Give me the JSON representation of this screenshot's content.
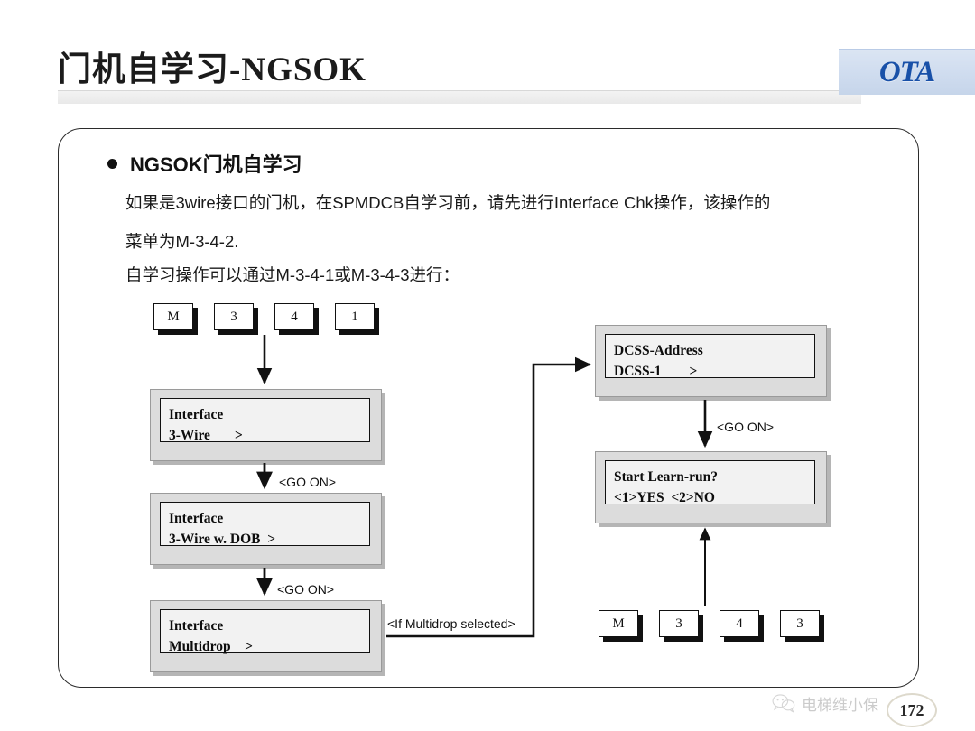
{
  "header": {
    "title": "门机自学习-NGSOK",
    "logo_text": "OTA",
    "logo_bg": "#cfdcef",
    "logo_color": "#1850a8"
  },
  "content": {
    "bullet_heading": "NGSOK门机自学习",
    "paragraph_1": "如果是3wire接口的门机，在SPMDCB自学习前，请先进行Interface Chk操作，该操作的",
    "paragraph_2": "菜单为M-3-4-2.",
    "paragraph_3": "自学习操作可以通过M-3-4-1或M-3-4-3进行："
  },
  "diagram": {
    "keys_top": [
      {
        "label": "M"
      },
      {
        "label": "3"
      },
      {
        "label": "4"
      },
      {
        "label": "1"
      }
    ],
    "keys_bottom": [
      {
        "label": "M"
      },
      {
        "label": "3"
      },
      {
        "label": "4"
      },
      {
        "label": "3"
      }
    ],
    "displays": [
      {
        "id": "interface-3wire",
        "line1": "Interface",
        "line2": "3-Wire       >"
      },
      {
        "id": "interface-3wire-dob",
        "line1": "Interface",
        "line2": "3-Wire w. DOB  >"
      },
      {
        "id": "interface-multidrop",
        "line1": "Interface",
        "line2": "Multidrop    >"
      },
      {
        "id": "dcss-address",
        "line1": "DCSS-Address",
        "line2": "DCSS-1        >"
      },
      {
        "id": "start-learn-run",
        "line1": "Start Learn-run?",
        "line2": "<1>YES  <2>NO"
      }
    ],
    "annotations": {
      "go_on_1": "<GO ON>",
      "go_on_2": "<GO ON>",
      "go_on_3": "<GO ON>",
      "if_multidrop": "<If Multidrop selected>"
    }
  },
  "footer": {
    "watermark_text": "电梯维小保",
    "page_number": "172"
  }
}
